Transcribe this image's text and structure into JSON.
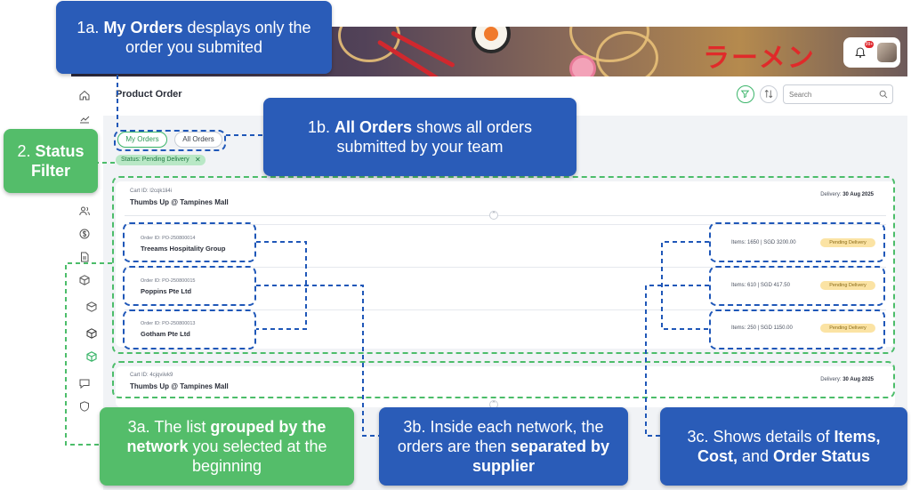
{
  "header": {
    "banner_text": "ラーメン",
    "notification_badge": "99+"
  },
  "page": {
    "title": "Product Order",
    "search_placeholder": "Search"
  },
  "tabs": {
    "my_orders": "My Orders",
    "all_orders": "All Orders"
  },
  "filter_chip": {
    "label": "Status: Pending Delivery",
    "close": "✕"
  },
  "carts": [
    {
      "cart_id": "Cart ID: l2cqk1li4i",
      "name": "Thumbs Up @ Tampines Mall",
      "delivery_label": "Delivery:",
      "delivery_date": "30 Aug 2025",
      "collapse_icon": "⌃",
      "orders": [
        {
          "order_id": "Order ID: PO-250800014",
          "supplier": "Treeams Hospitality Group",
          "items_cost": "Items: 1650 | SGD 3200.00",
          "status": "Pending Delivery"
        },
        {
          "order_id": "Order ID: PO-250800015",
          "supplier": "Poppins Pte Ltd",
          "items_cost": "Items: 610 | SGD 417.50",
          "status": "Pending Delivery"
        },
        {
          "order_id": "Order ID: PO-250800013",
          "supplier": "Gotham Pte Ltd",
          "items_cost": "Items: 250 | SGD 1150.00",
          "status": "Pending Delivery"
        }
      ]
    },
    {
      "cart_id": "Cart ID: 4cjqviivk9",
      "name": "Thumbs Up @ Tampines Mall",
      "delivery_label": "Delivery:",
      "delivery_date": "30 Aug 2025",
      "collapse_icon": "⌃"
    }
  ],
  "callouts": {
    "c1a": {
      "pre": "1a. ",
      "bold": "My Orders",
      "post": " desplays only the order you submited"
    },
    "c1b": {
      "pre": "1b. ",
      "bold": "All Orders",
      "post": " shows all orders submitted by your team"
    },
    "c2": {
      "pre": "2. ",
      "bold": "Status Filter",
      "post": ""
    },
    "c3a": {
      "pre": "3a. The list ",
      "bold": "grouped by the network",
      "post": " you selected at the beginning"
    },
    "c3b": {
      "pre": "3b. Inside each network, the orders are then ",
      "bold": "separated by supplier",
      "post": ""
    },
    "c3c": {
      "pre": "3c. Shows details of ",
      "bold1": "Items, Cost,",
      "mid": " and ",
      "bold2": "Order Status"
    }
  },
  "colors": {
    "accent_green": "#3bb56a",
    "callout_blue": "#2a5cb8",
    "callout_green": "#54bd6a",
    "status_pending_bg": "#fbe3a4"
  }
}
